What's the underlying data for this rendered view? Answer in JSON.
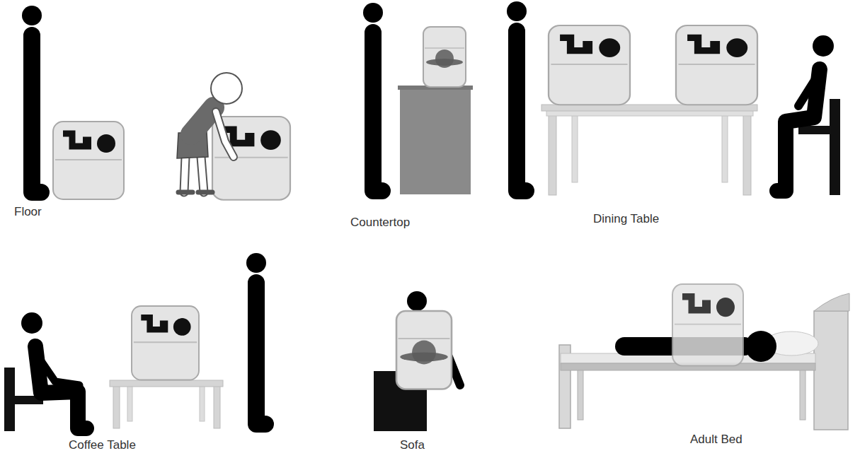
{
  "diagram": {
    "labels": [
      "Floor",
      "Countertop",
      "Dining Table",
      "Coffee Table",
      "Sofa",
      "Adult Bed"
    ]
  }
}
